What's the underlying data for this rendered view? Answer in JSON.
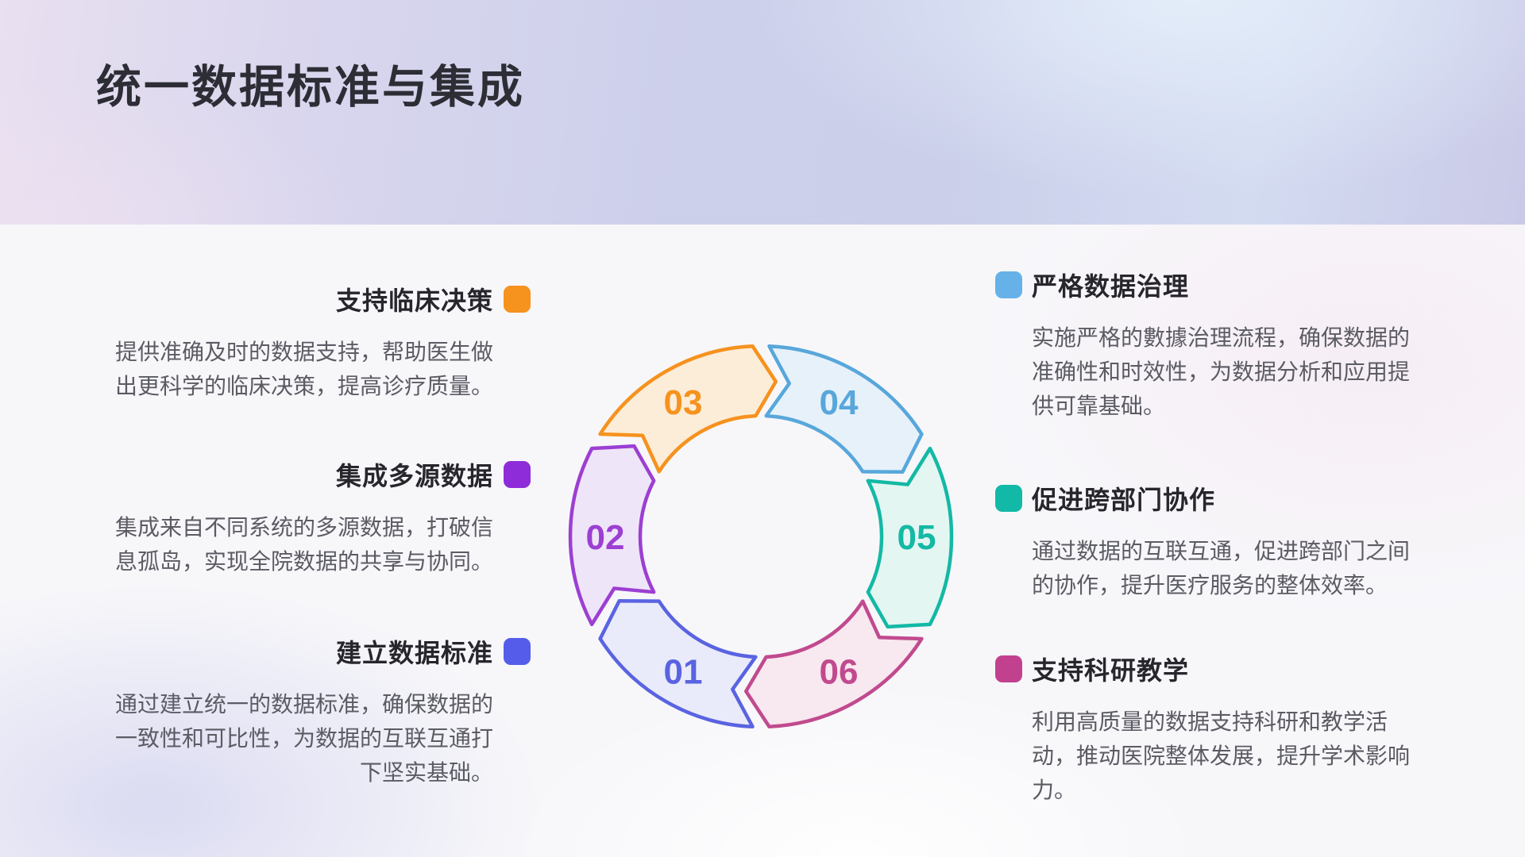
{
  "slide": {
    "title": "统一数据标准与集成"
  },
  "left_items": [
    {
      "title": "支持临床决策",
      "color": "#F6921E",
      "body": "提供准确及时的数据支持，帮助医生做出更科学的临床决策，提高诊疗质量。"
    },
    {
      "title": "集成多源数据",
      "color": "#8E2CD9",
      "body": "集成来自不同系统的多源数据，打破信息孤岛，实现全院数据的共享与协同。"
    },
    {
      "title": "建立数据标准",
      "color": "#555CEA",
      "body": "通过建立统一的数据标准，确保数据的一致性和可比性，为数据的互联互通打下坚实基础。"
    }
  ],
  "right_items": [
    {
      "title": "严格数据治理",
      "color": "#66B2E8",
      "body": "实施严格的數據治理流程，确保数据的准确性和时效性，为数据分析和应用提供可靠基础。"
    },
    {
      "title": "促进跨部门协作",
      "color": "#12B9A7",
      "body": "通过数据的互联互通，促进跨部门之间的协作，提升医疗服务的整体效率。"
    },
    {
      "title": "支持科研教学",
      "color": "#C2418F",
      "body": "利用高质量的数据支持科研和教学活动，推动医院整体发展，提升学术影响力。"
    }
  ],
  "cycle": {
    "segments": [
      {
        "number": "01",
        "angle": 210,
        "stroke": "#5A63E1",
        "fill": "#E9EBFA"
      },
      {
        "number": "02",
        "angle": 270,
        "stroke": "#9C3FD2",
        "fill": "#EFE5F8"
      },
      {
        "number": "03",
        "angle": 330,
        "stroke": "#F6921E",
        "fill": "#FCEDD8"
      },
      {
        "number": "04",
        "angle": 30,
        "stroke": "#58A7DB",
        "fill": "#E7F1FA"
      },
      {
        "number": "05",
        "angle": 90,
        "stroke": "#13B9A5",
        "fill": "#E3F6F1"
      },
      {
        "number": "06",
        "angle": 150,
        "stroke": "#C14A8E",
        "fill": "#F8E8F0"
      }
    ]
  }
}
